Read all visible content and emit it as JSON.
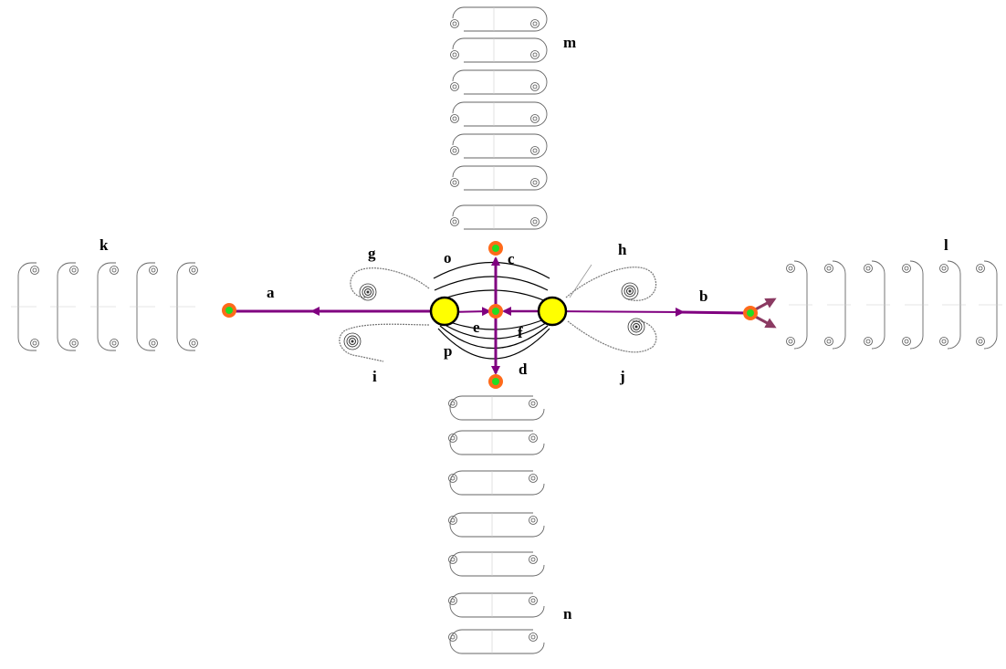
{
  "labels": {
    "a": "a",
    "b": "b",
    "c": "c",
    "d": "d",
    "e": "e",
    "f": "f",
    "g": "g",
    "h": "h",
    "i": "i",
    "j": "j",
    "k": "k",
    "l": "l",
    "m": "m",
    "n": "n",
    "o": "o",
    "p": "p"
  },
  "colors": {
    "arrow": "#800080",
    "arrow_head_b": "#8b3a62",
    "node_outer": "#ff6a1a",
    "node_inner": "#22dd22",
    "big_node": "#ffff00",
    "curve": "#000000",
    "tile": "#666666"
  }
}
